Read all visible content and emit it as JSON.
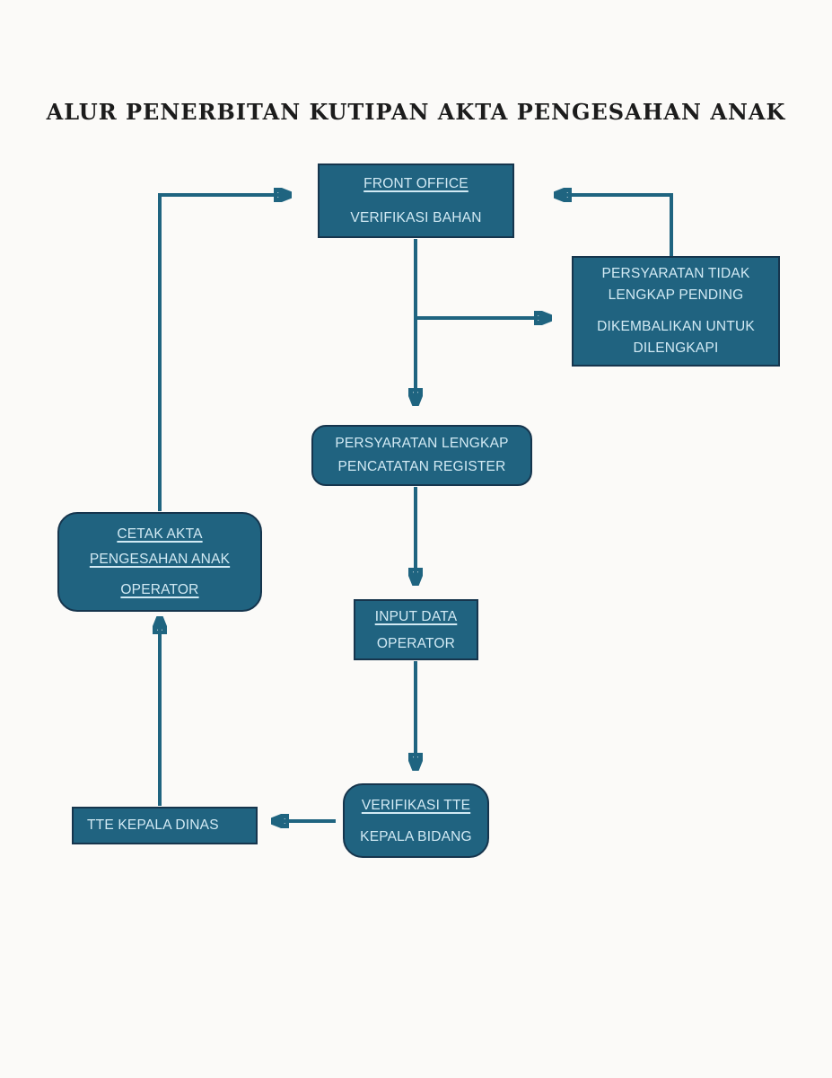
{
  "page": {
    "background": "#fbfaf8"
  },
  "title": {
    "text": "ALUR PENERBITAN KUTIPAN AKTA PENGESAHAN ANAK"
  },
  "theme": {
    "box_fill": "#206380",
    "box_border": "#16354d",
    "box_text": "#d2eaf4",
    "arrow_color": "#1f6480",
    "page_bg": "#fbfaf8",
    "title_color": "#1c1c1c"
  },
  "nodes": {
    "front_office": {
      "title": "FRONT OFFICE",
      "subtitle": "VERIFIKASI BAHAN"
    },
    "persyaratan_tidak_lengkap": {
      "line1": "PERSYARATAN TIDAK",
      "line2": "LENGKAP PENDING",
      "line3": "DIKEMBALIKAN UNTUK",
      "line4": "DILENGKAPI"
    },
    "persyaratan_lengkap": {
      "line1": "PERSYARATAN LENGKAP",
      "line2": "PENCATATAN REGISTER"
    },
    "cetak_akta": {
      "line1": "CETAK AKTA",
      "line2": "PENGESAHAN ANAK",
      "line3": "OPERATOR"
    },
    "input_data": {
      "title": "INPUT DATA",
      "subtitle": "OPERATOR"
    },
    "verifikasi_tte": {
      "title": "VERIFIKASI TTE",
      "subtitle": "KEPALA BIDANG"
    },
    "tte_kepala_dinas": {
      "label": "TTE KEPALA DINAS"
    }
  }
}
